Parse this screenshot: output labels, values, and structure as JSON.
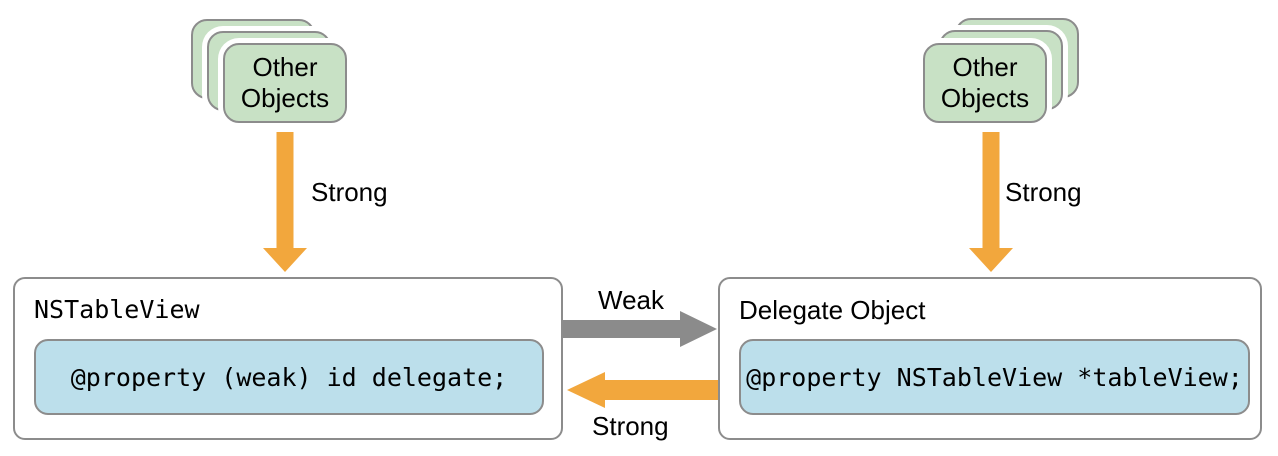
{
  "colors": {
    "orange": "#F2A73D",
    "arrow-gray": "#8B8B8B",
    "green-fill": "#C8E1C5",
    "blue-fill": "#BCDFEB",
    "border-gray": "#8C8C8C",
    "text": "#000000",
    "bg": "#FFFFFF"
  },
  "stacks": {
    "left": {
      "label": "Other Objects"
    },
    "right": {
      "label": "Other Objects"
    }
  },
  "nodes": {
    "table_view": {
      "title": "NSTableView",
      "code": "@property (weak) id delegate;"
    },
    "delegate": {
      "title": "Delegate Object",
      "code": "@property NSTableView *tableView;"
    }
  },
  "edges": {
    "left_down": {
      "label": "Strong"
    },
    "right_down": {
      "label": "Strong"
    },
    "weak": {
      "label": "Weak"
    },
    "strong_back": {
      "label": "Strong"
    }
  }
}
